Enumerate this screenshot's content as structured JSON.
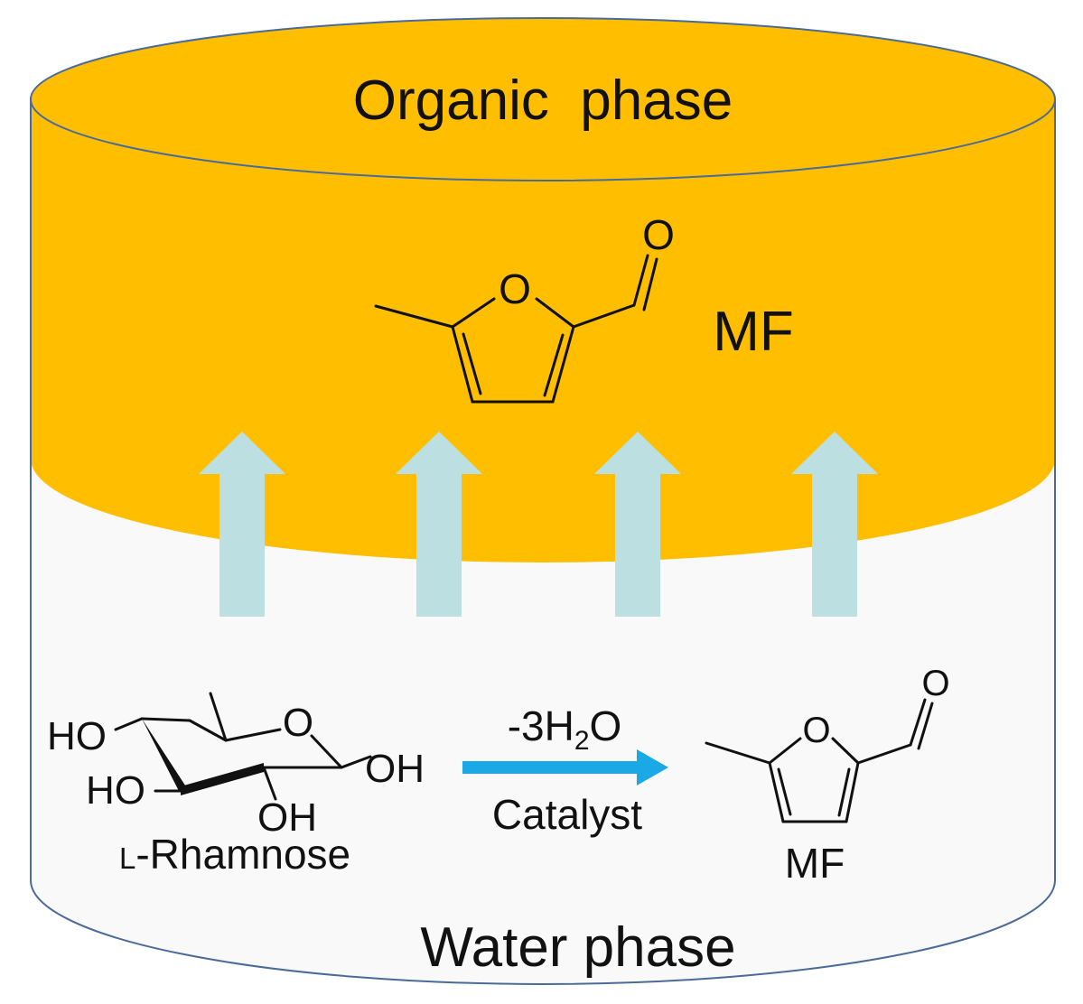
{
  "organic_phase": {
    "label": "Organic  phase",
    "product_label": "MF",
    "oxygen_ring": "O",
    "oxygen_carbonyl": "O"
  },
  "water_phase": {
    "label": "Water phase",
    "reactant": {
      "name_prefix": "L",
      "name_rest": "-Rhamnose",
      "ho_top": "HO",
      "ho_mid": "HO",
      "oh_right": "OH",
      "oh_bottom": "OH",
      "ring_oxygen": "O"
    },
    "reaction": {
      "above_prefix": "-3H",
      "above_sub": "2",
      "above_suffix": "O",
      "below": "Catalyst"
    },
    "product": {
      "label": "MF",
      "oxygen_ring": "O",
      "oxygen_carbonyl": "O"
    }
  },
  "arrows": {
    "count": 4
  },
  "colors": {
    "organic": "#FFBF00",
    "water": "#F9F9F9",
    "outline": "#4A6B9A",
    "transfer_arrow": "#BCE0E2",
    "reaction_arrow": "#1BA8E6"
  }
}
